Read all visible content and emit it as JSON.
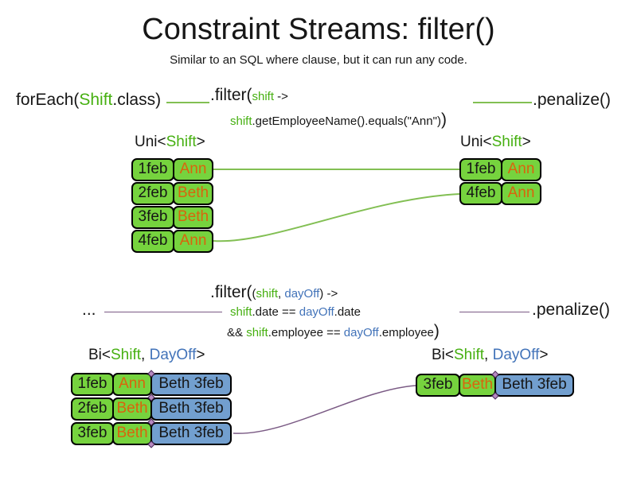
{
  "title": "Constraint Streams: filter()",
  "subtitle": "Similar to an SQL where clause, but it can run any code.",
  "colors": {
    "box_green": "#76d33e",
    "box_blue": "#729fcf",
    "text_green": "#46b011",
    "text_blue": "#4273b9",
    "text_orange": "#d9640d",
    "line_green": "#82bf53",
    "line_purple": "#7a5a84"
  },
  "section1": {
    "source": {
      "pre": "forEach(",
      "type": "Shift",
      "post": ".class)"
    },
    "filter": {
      "method": ".filter(",
      "param": "shift",
      "arrow": " ->",
      "body_param": "shift",
      "body_rest": ".getEmployeeName().equals(\"Ann\")",
      "close": ")"
    },
    "penalize": ".penalize()",
    "left_label": {
      "pre": "Uni<",
      "type": "Shift",
      "post": ">"
    },
    "right_label": {
      "pre": "Uni<",
      "type": "Shift",
      "post": ">"
    },
    "left_rows": [
      {
        "date": "1feb",
        "name": "Ann"
      },
      {
        "date": "2feb",
        "name": "Beth"
      },
      {
        "date": "3feb",
        "name": "Beth"
      },
      {
        "date": "4feb",
        "name": "Ann"
      }
    ],
    "right_rows": [
      {
        "date": "1feb",
        "name": "Ann"
      },
      {
        "date": "4feb",
        "name": "Ann"
      }
    ]
  },
  "section2": {
    "source": "...",
    "filter": {
      "method": ".filter(",
      "open": "(",
      "param1": "shift",
      "comma": ", ",
      "param2": "dayOff",
      "close_params": ")",
      "arrow": " ->",
      "l2": {
        "p1": "shift",
        "op1": ".date == ",
        "p2": "dayOff",
        "op2": ".date"
      },
      "l3": {
        "amp": "&& ",
        "p1": "shift",
        "op1": ".employee == ",
        "p2": "dayOff",
        "op2": ".employee",
        "close": ")"
      }
    },
    "penalize": ".penalize()",
    "left_label": {
      "pre": "Bi<",
      "shift": "Shift",
      "sep": ", ",
      "dayoff": "DayOff",
      "post": ">"
    },
    "right_label": {
      "pre": "Bi<",
      "shift": "Shift",
      "sep": ", ",
      "dayoff": "DayOff",
      "post": ">"
    },
    "left_rows": [
      {
        "date": "1feb",
        "name": "Ann",
        "pair": "Beth 3feb"
      },
      {
        "date": "2feb",
        "name": "Beth",
        "pair": "Beth 3feb"
      },
      {
        "date": "3feb",
        "name": "Beth",
        "pair": "Beth 3feb"
      }
    ],
    "right_rows": [
      {
        "date": "3feb",
        "name": "Beth",
        "pair": "Beth 3feb"
      }
    ]
  }
}
